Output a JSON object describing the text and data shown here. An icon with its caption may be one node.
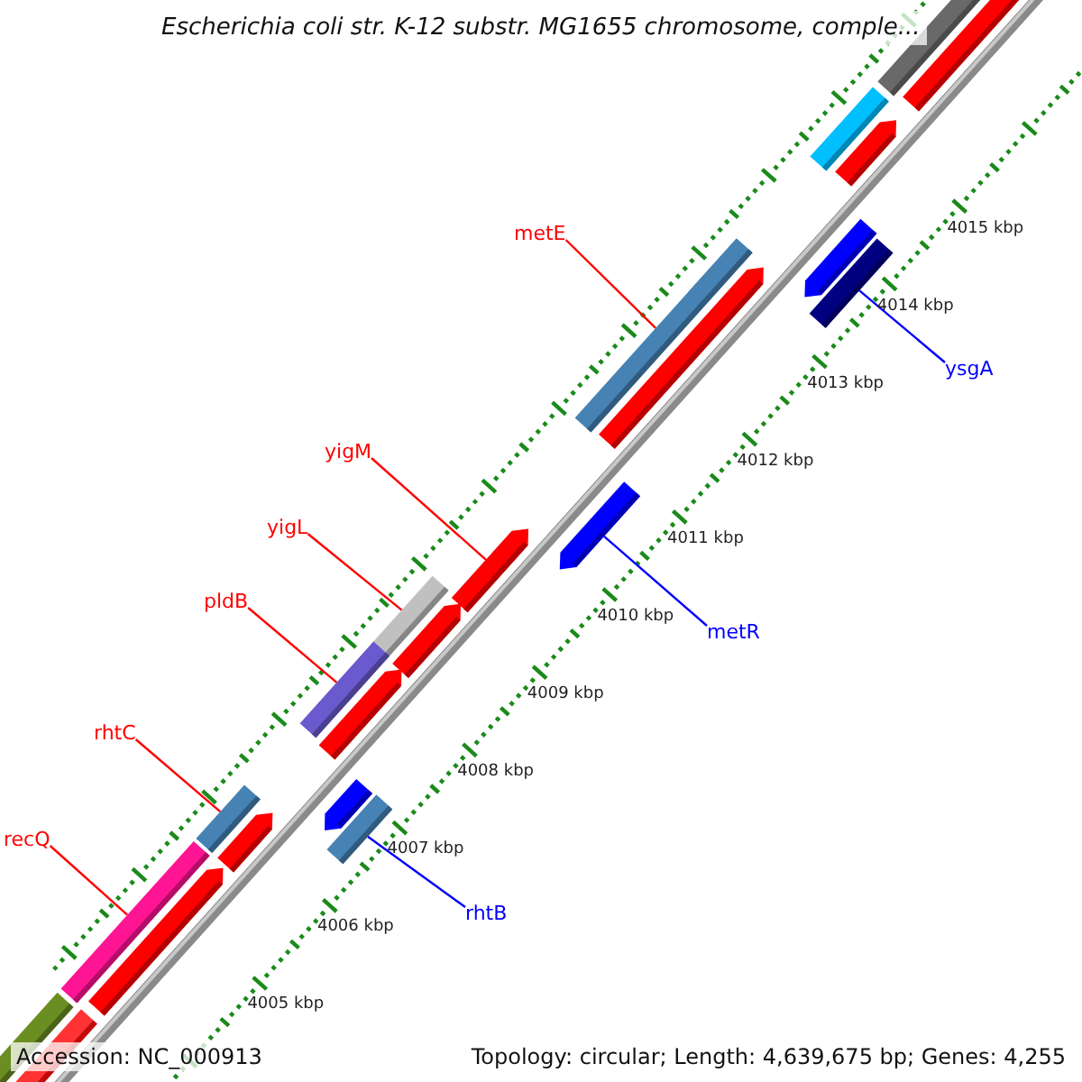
{
  "diagram": {
    "title": "Escherichia coli str. K-12 substr. MG1655 chromosome, comple...",
    "nodes": [
      {
        "text": [
          "metE"
        ]
      },
      {
        "text": [],
        "shape": "bar"
      },
      {
        "text": [
          "ysgA"
        ]
      },
      {
        "text": [],
        "shape": "bar"
      },
      {
        "text": [
          "yigM"
        ]
      },
      {
        "text": [],
        "shape": "bar"
      },
      {
        "text": [
          "yigL"
        ]
      },
      {
        "text": [],
        "shape": "bar"
      },
      {
        "text": [
          "metR"
        ]
      },
      {
        "text": [],
        "shape": "bar"
      },
      {
        "text": [
          "pldB"
        ]
      },
      {
        "text": [],
        "shape": "bar"
      },
      {
        "text": [
          "rhtC"
        ]
      },
      {
        "text": [],
        "shape": "bar"
      },
      {
        "text": [
          "rhtB"
        ]
      },
      {
        "text": [],
        "shape": "bar"
      },
      {
        "text": [
          "recQ"
        ]
      },
      {
        "text": [],
        "shape": "bar"
      }
    ],
    "edges": [
      {
        "from": 0,
        "to": 1,
        "arrow": "none"
      },
      {
        "from": 2,
        "to": 3,
        "arrow": "none",
        "color": "#0000ff"
      },
      {
        "from": 4,
        "to": 5,
        "arrow": "none"
      },
      {
        "from": 6,
        "to": 7,
        "arrow": "none"
      },
      {
        "from": 8,
        "to": 9,
        "arrow": "none",
        "color": "#0000ff"
      },
      {
        "from": 10,
        "to": 11,
        "arrow": "none"
      },
      {
        "from": 12,
        "to": 13,
        "arrow": "none"
      },
      {
        "from": 14,
        "to": 15,
        "arrow": "none",
        "color": "#0000ff"
      },
      {
        "from": 16,
        "to": 17,
        "arrow": "none"
      }
    ],
    "labels": [
      "4015 kbp",
      "4014 kbp",
      "4013 kbp",
      "4012 kbp",
      "4011 kbp",
      "4010 kbp",
      "4009 kbp",
      "4008 kbp",
      "4007 kbp",
      "4006 kbp",
      "4005 kbp",
      "Accession: NC_000913",
      "Topology: circular; Length: 4,639,675 bp; Genes: 4,255"
    ]
  }
}
